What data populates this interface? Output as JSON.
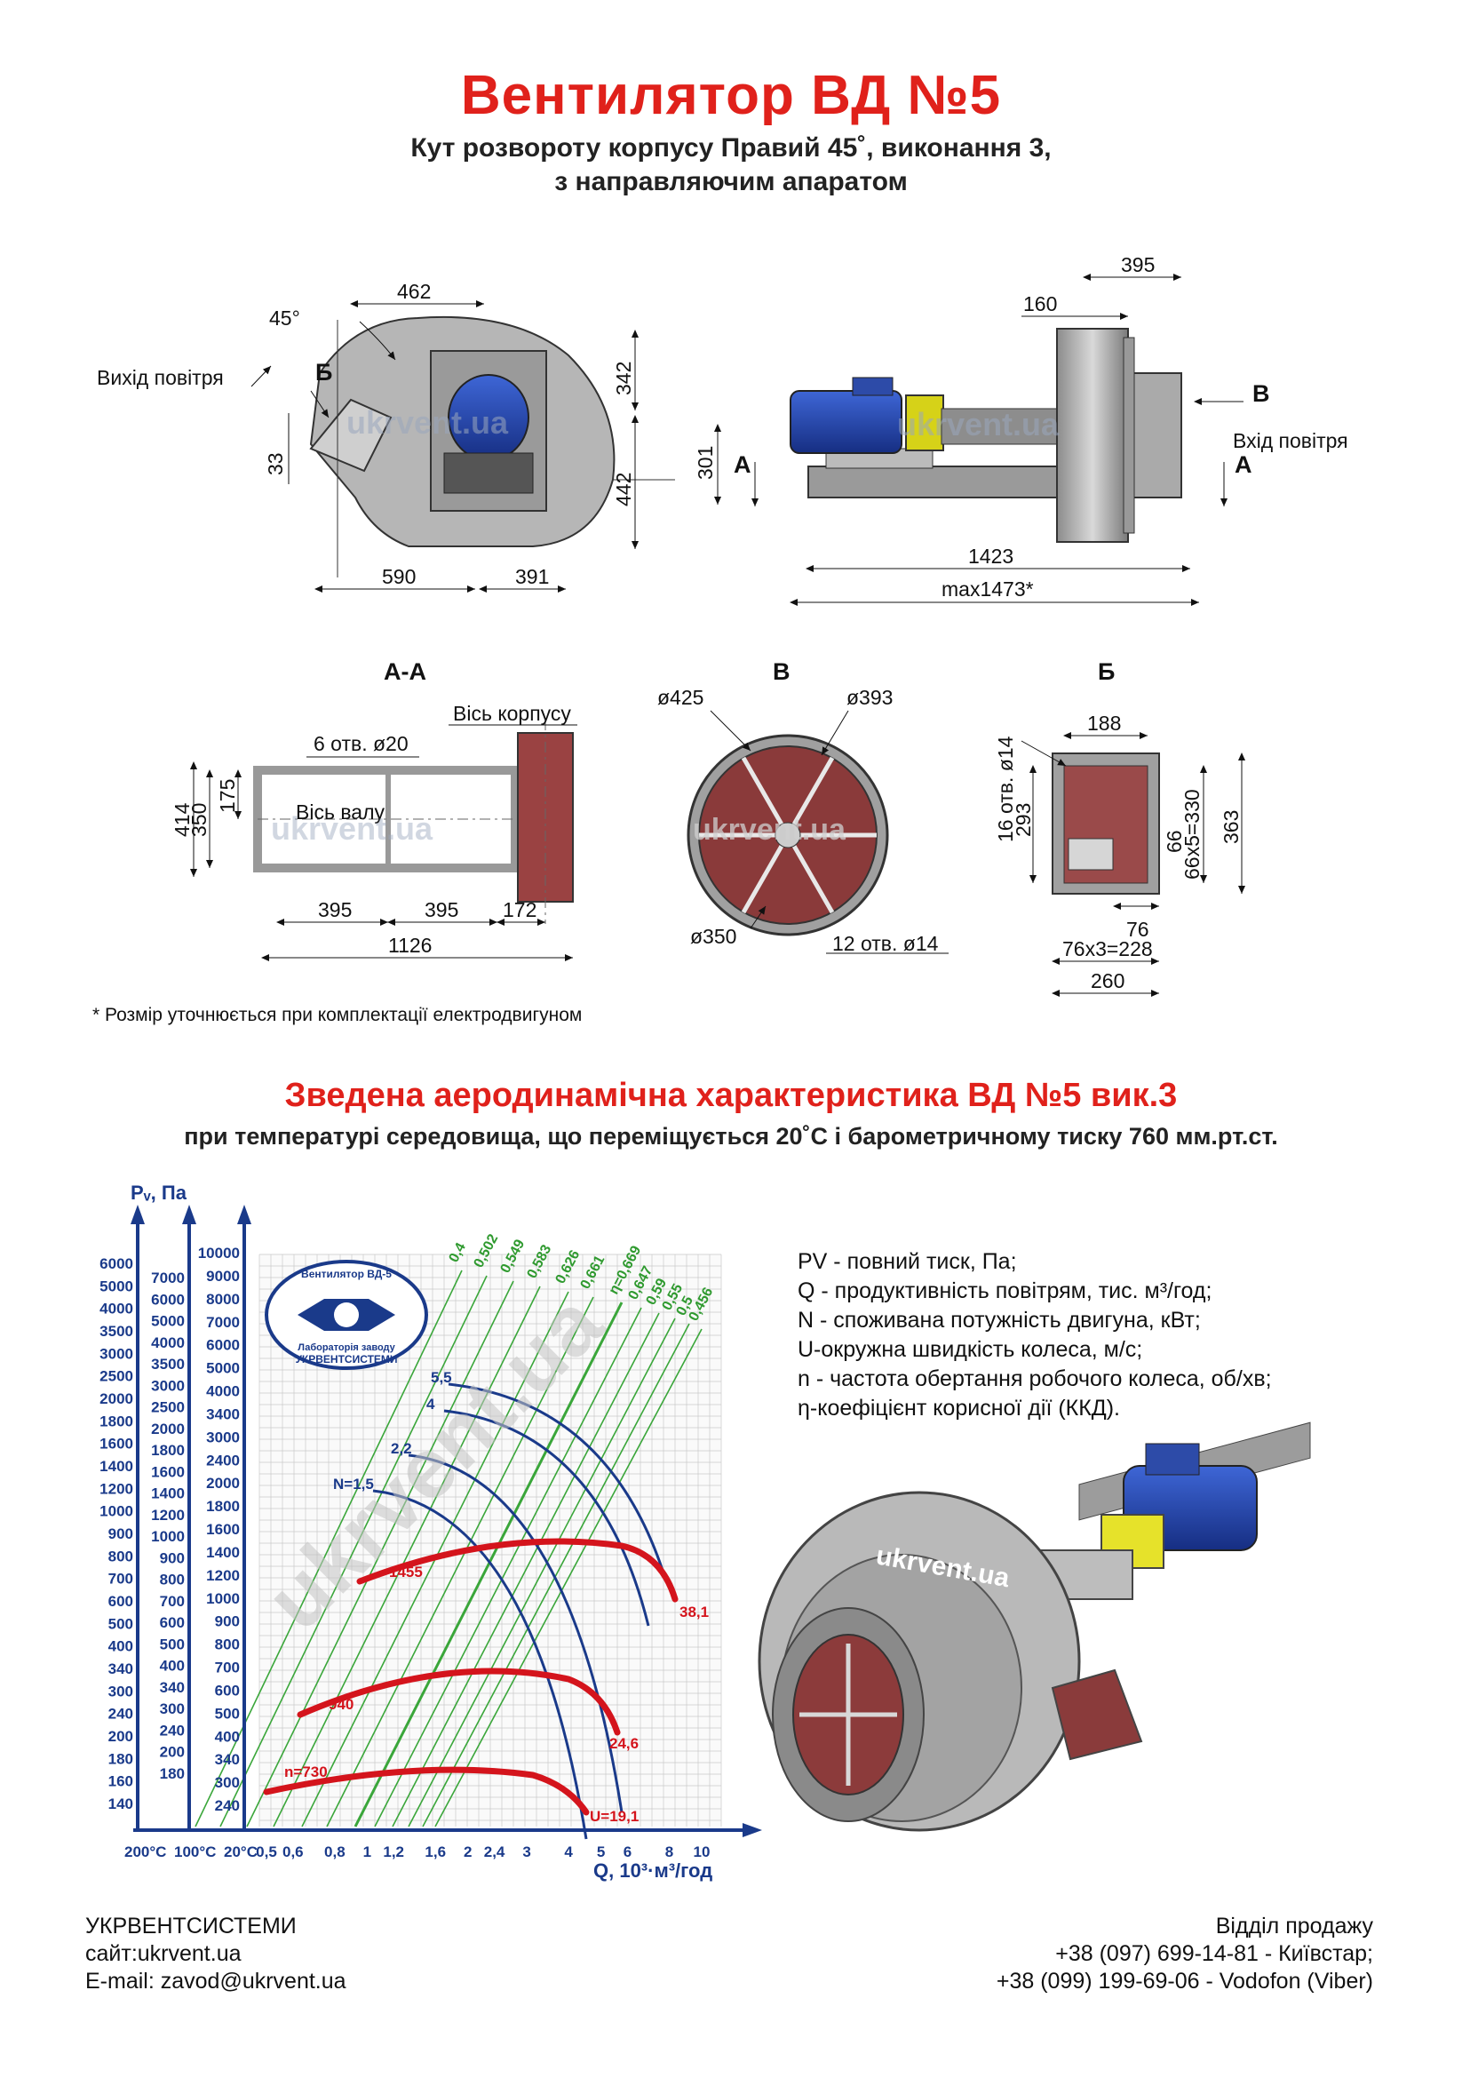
{
  "header": {
    "title": "Вентилятор  ВД №5",
    "subtitle_line1": "Кут розвороту корпусу Правий 45˚, виконання 3,",
    "subtitle_line2": "з направляючим апаратом"
  },
  "drawing_top_left": {
    "angle": "45°",
    "outlet_label": "Вихід повітря",
    "section_b": "Б",
    "dims": [
      "462",
      "342",
      "442",
      "33",
      "590",
      "391"
    ]
  },
  "drawing_top_right": {
    "dims": [
      "395",
      "160",
      "301",
      "1423",
      "max1473*"
    ],
    "section_b": "В",
    "section_a_left": "А",
    "section_a_right": "А",
    "inlet_label": "Вхід повітря"
  },
  "view_aa": {
    "title": "А-А",
    "holes": "6 отв. ø20",
    "axis_body": "Вісь корпусу",
    "axis_shaft": "Вісь валу",
    "dims": [
      "414",
      "350",
      "175",
      "395",
      "395",
      "172",
      "1126"
    ]
  },
  "view_v": {
    "title": "В",
    "dims": [
      "ø425",
      "ø393",
      "ø350",
      "12 отв. ø14"
    ]
  },
  "view_b": {
    "title": "Б",
    "dims": [
      "188",
      "16 отв. ø14",
      "293",
      "363",
      "66",
      "66x5=330",
      "76",
      "76x3=228",
      "260"
    ]
  },
  "watermark": "ukrvent.ua",
  "footnote": "* Розмір уточнюється при комплектації електродвигуном",
  "aero": {
    "title": "Зведена аеродинамічна характеристика ВД №5 вик.3",
    "subtitle": "при температурі середовища, що переміщується 20˚С і барометричному тиску 760 мм.рт.ст."
  },
  "chart_data": {
    "type": "line",
    "xlabel": "Q, 10³·м³/год",
    "ylabel": "Pᵥ, Па",
    "x_ticks": [
      "0,5",
      "0,6",
      "0,8",
      "1",
      "1,2",
      "1,6",
      "2",
      "2,4",
      "3",
      "4",
      "5",
      "6",
      "8",
      "10"
    ],
    "temp_labels": [
      "200°С",
      "100°С",
      "20°С"
    ],
    "y_ticks_200": [
      "6000",
      "5000",
      "4000",
      "3500",
      "3000",
      "2500",
      "2000",
      "1800",
      "1600",
      "1400",
      "1200",
      "1000",
      "900",
      "800",
      "700",
      "600",
      "500",
      "400",
      "340",
      "300",
      "240",
      "200",
      "180",
      "160",
      "140"
    ],
    "y_ticks_100": [
      "7000",
      "6000",
      "5000",
      "4000",
      "3500",
      "3000",
      "2500",
      "2000",
      "1800",
      "1600",
      "1400",
      "1200",
      "1000",
      "900",
      "800",
      "700",
      "600",
      "500",
      "400",
      "340",
      "300",
      "240",
      "200",
      "180"
    ],
    "y_ticks_20": [
      "10000",
      "9000",
      "8000",
      "7000",
      "6000",
      "5000",
      "4000",
      "3400",
      "3000",
      "2400",
      "2000",
      "1800",
      "1600",
      "1400",
      "1200",
      "1000",
      "900",
      "800",
      "700",
      "600",
      "500",
      "400",
      "340",
      "300",
      "240"
    ],
    "power_labels": [
      "5,5",
      "4",
      "2,2",
      "N=1,5"
    ],
    "efficiency_labels": [
      "0,4",
      "0,502",
      "0,549",
      "0,583",
      "0,626",
      "0,661",
      "η=0,669",
      "0,647",
      "0,59",
      "0,55",
      "0,5",
      "0,456"
    ],
    "speed_curves": [
      {
        "name": "1455",
        "end_label": "38,1"
      },
      {
        "name": "940",
        "end_label": "24,6"
      },
      {
        "name": "n=730",
        "end_label": "U=19,1"
      }
    ],
    "logo_lines": [
      "Вентилятор ВД-5",
      "Лабораторія заводу",
      "УКРВЕНТСИСТЕМИ"
    ],
    "colors": {
      "grid": "#c9c9c9",
      "efficiency": "#3aa63a",
      "power": "#1a3a8a",
      "speed": "#d4141c"
    }
  },
  "legend": [
    "PV - повний тиск, Па;",
    "Q - продуктивність повітрям, тис. м³/год;",
    "N - споживана потужність двигуна, кВт;",
    "U-окружна швидкість колеса, м/с;",
    "n - частота обертання робочого колеса, об/хв;",
    "η-коефіцієнт корисної дії (ККД)."
  ],
  "footer": {
    "company": "УКРВЕНТСИСТЕМИ",
    "site": "сайт:ukrvent.ua",
    "email": "E-mail: zavod@ukrvent.ua",
    "sales_title": "Відділ продажу",
    "phone1": "+38 (097) 699-14-81 - Київстар;",
    "phone2": "+38 (099) 199-69-06 - Vodofon (Viber)"
  }
}
